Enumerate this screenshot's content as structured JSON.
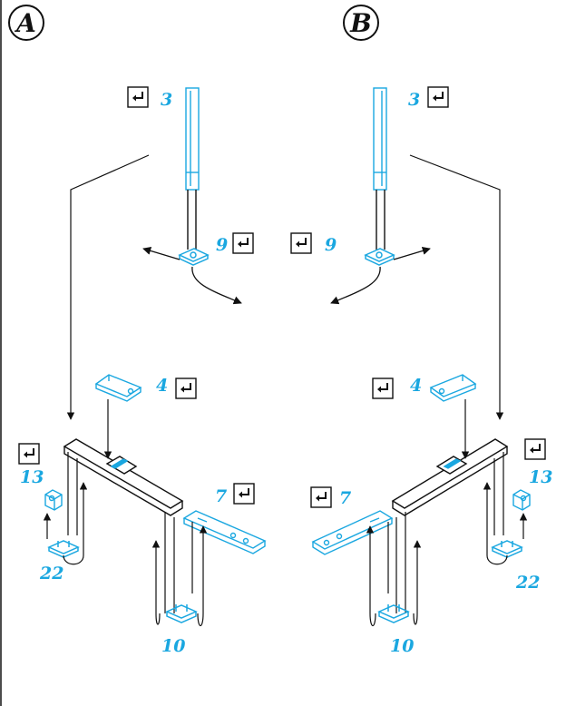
{
  "variants": {
    "a": {
      "label": "A"
    },
    "b": {
      "label": "B"
    }
  },
  "colors": {
    "part": "#1aa7e0",
    "line": "#111111",
    "paper": "#ffffff"
  },
  "icons": {
    "check": "return-arrow-icon"
  },
  "assembly_a": {
    "post_number": "3",
    "foot_number": "9",
    "bracket_number": "4",
    "clip_number": "13",
    "clip_base_number": "22",
    "plate_number": "7",
    "leg_base_number": "10"
  },
  "assembly_b": {
    "post_number": "3",
    "foot_number": "9",
    "bracket_number": "4",
    "clip_number": "13",
    "clip_base_number": "22",
    "plate_number": "7",
    "leg_base_number": "10"
  }
}
